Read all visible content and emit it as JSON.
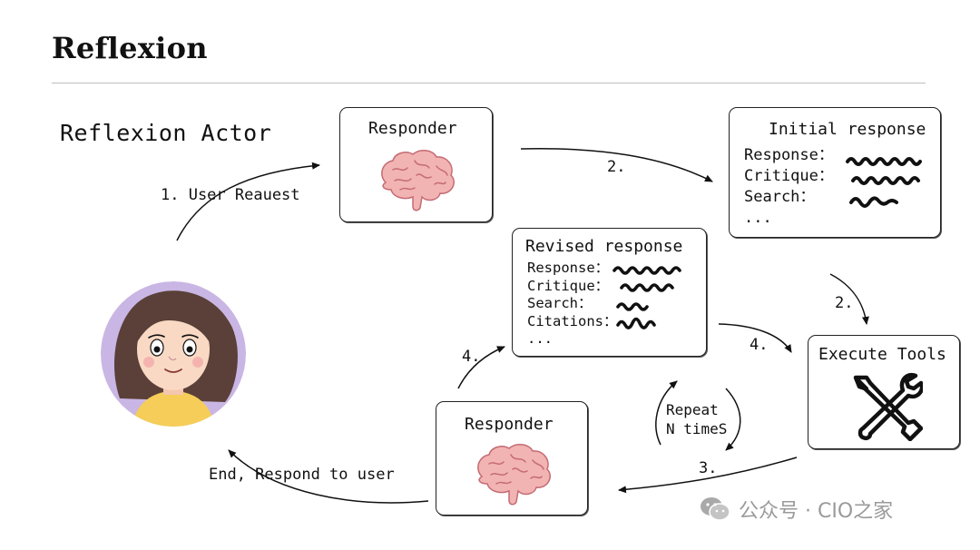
{
  "header": {
    "title": "Reflexion"
  },
  "actor_title": "Reflexion Actor",
  "responder_top": {
    "title": "Responder"
  },
  "initial_response": {
    "title": "Initial response",
    "rows": [
      "Response：",
      "Critique：",
      "Search：",
      "..."
    ]
  },
  "revised_response": {
    "title": "Revised  response",
    "rows": [
      "Response：",
      "Critique：",
      "Search：",
      "Citations：",
      "..."
    ]
  },
  "execute_tools": {
    "title": "Execute Tools"
  },
  "responder_bottom": {
    "title": "Responder"
  },
  "edges": {
    "user_request": "1. User Reauest",
    "step2_top": "2.",
    "step2_right": "2.",
    "step4_right": "4.",
    "step4_left": "4.",
    "step3": "3.",
    "repeat_line1": "Repeat",
    "repeat_line2": "N timeS",
    "end": "End, Respond to user"
  },
  "watermark": {
    "text": "公众号 · CIO之家"
  },
  "icons": [
    "brain-icon",
    "brain-icon",
    "tools-icon",
    "user-avatar",
    "wechat-icon"
  ],
  "colors": {
    "brain": "#f2b3b3",
    "brain_lines": "#c46b73",
    "avatar_bg": "#c9b6e4",
    "hair": "#5a4038",
    "skin": "#f9d9c4",
    "shirt": "#f6cd59"
  }
}
